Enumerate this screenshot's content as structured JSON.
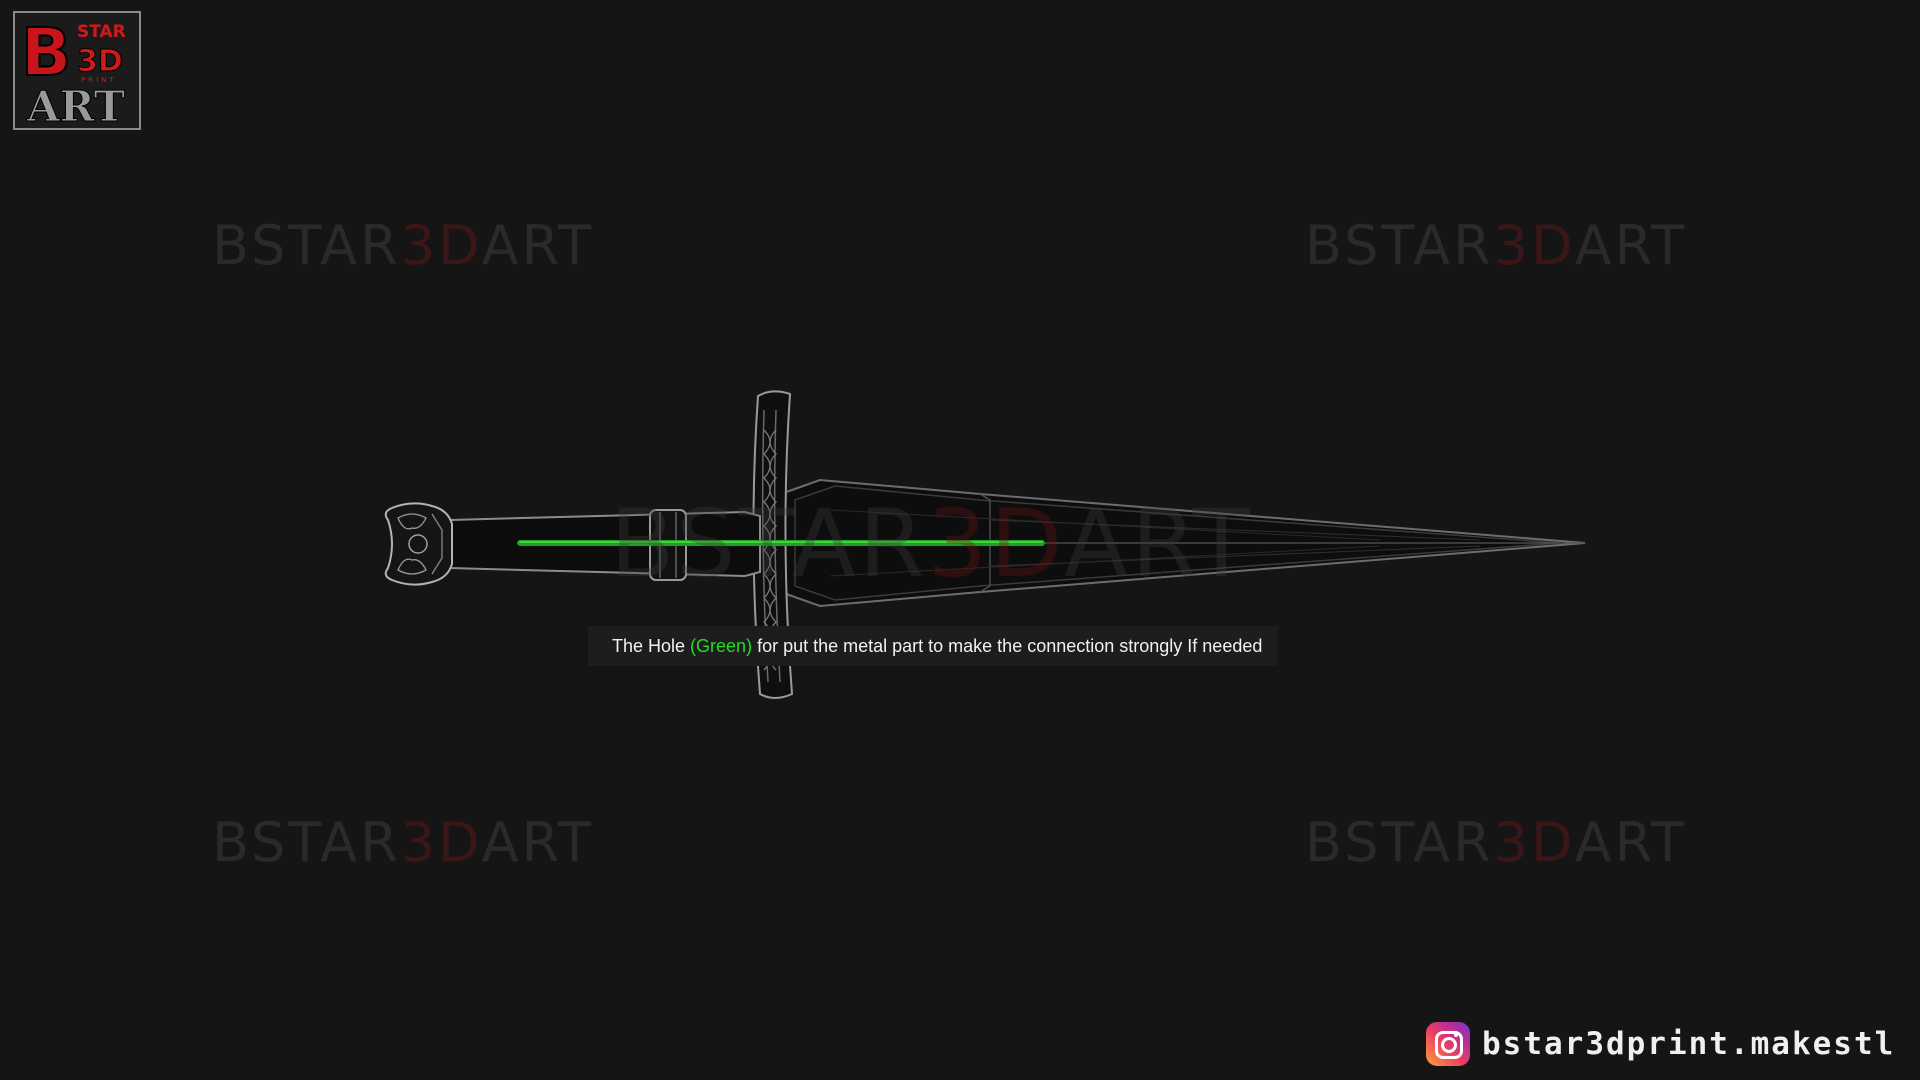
{
  "logo": {
    "big_letter": "B",
    "word_star": "STAR",
    "word_3d": "3D",
    "word_print": "PRINT",
    "word_art": "ART"
  },
  "watermark": {
    "part1": "BSTAR",
    "part2": "3D",
    "part3": "ART",
    "accent_color": "#3a1616"
  },
  "caption": {
    "prefix": "The Hole ",
    "highlight": "(Green)",
    "suffix": " for put the metal part to make the connection strongly If needed",
    "highlight_color": "#1fe01f"
  },
  "social": {
    "icon": "instagram-icon",
    "handle": "bstar3dprint.makestl"
  },
  "colors": {
    "background": "#151515",
    "hole_green": "#1fe01f"
  }
}
